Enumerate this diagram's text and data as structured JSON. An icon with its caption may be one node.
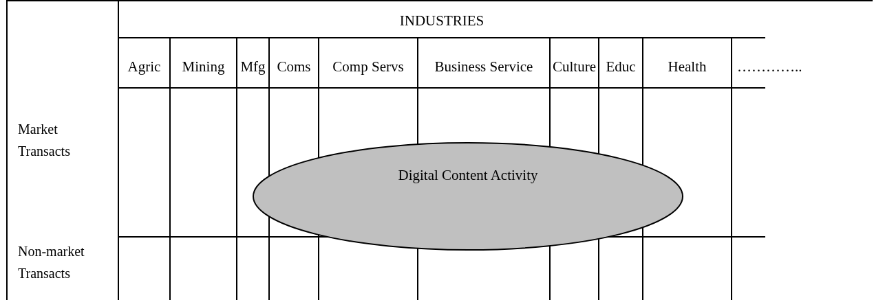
{
  "diagram": {
    "nodes": [
      {
        "text": [
          "Digital Content Activity"
        ]
      }
    ],
    "labels": [
      "INDUSTRIES",
      "Agric",
      "Mining",
      "Mfg",
      "Coms",
      "Comp Servs",
      "Business Service",
      "Culture",
      "Educ",
      "Health",
      "…………..",
      "Market Transacts",
      "Non-market Transacts"
    ]
  }
}
